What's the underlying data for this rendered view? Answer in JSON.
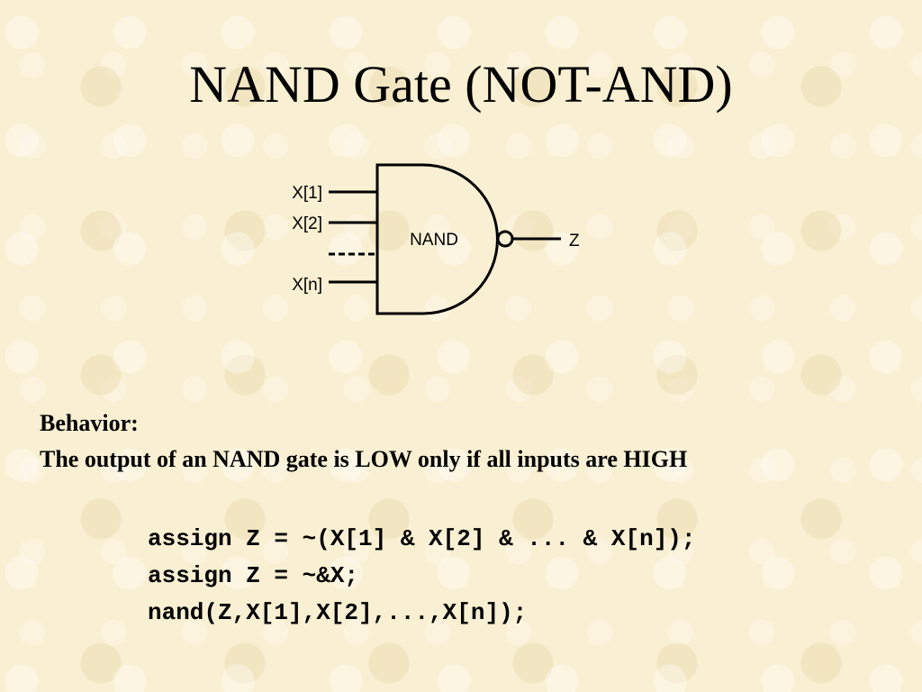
{
  "title": "NAND Gate (NOT-AND)",
  "diagram": {
    "inputs": [
      "X[1]",
      "X[2]",
      "X[n]"
    ],
    "gate_label": "NAND",
    "output": "Z"
  },
  "behavior": {
    "heading": "Behavior:",
    "text": "The output of an NAND gate is LOW only if all inputs are HIGH"
  },
  "code": [
    "assign Z = ~(X[1] & X[2] & ... & X[n]);",
    "assign Z = ~&X;",
    "nand(Z,X[1],X[2],...,X[n]);"
  ]
}
